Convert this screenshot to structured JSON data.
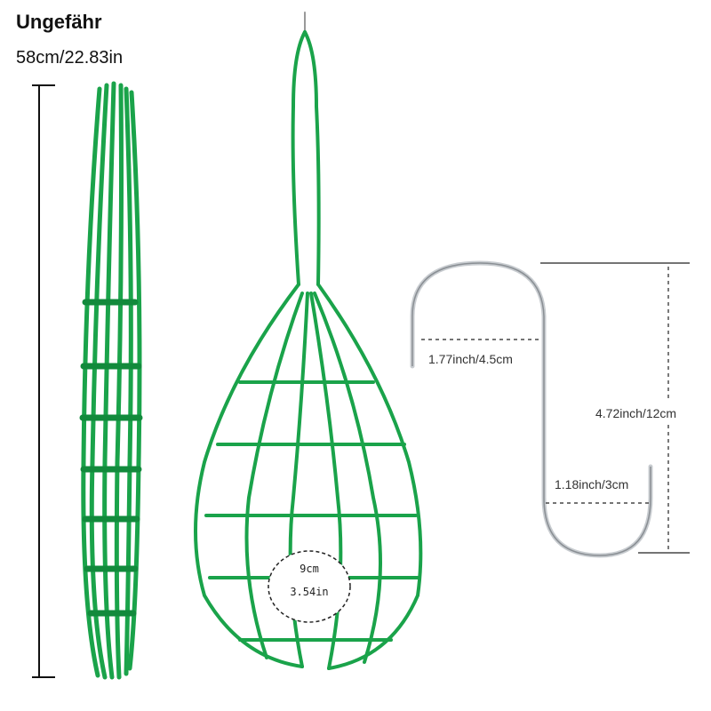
{
  "heading": {
    "approx_label": "Ungefähr",
    "net_length": "58cm/22.83in"
  },
  "net": {
    "mesh_size_cm": "9cm",
    "mesh_size_in": "3.54in",
    "color": "#1aa34a"
  },
  "hook": {
    "top_opening": "1.77inch/4.5cm",
    "total_height": "4.72inch/12cm",
    "bottom_opening": "1.18inch/3cm",
    "color": "#c8ccd0"
  }
}
